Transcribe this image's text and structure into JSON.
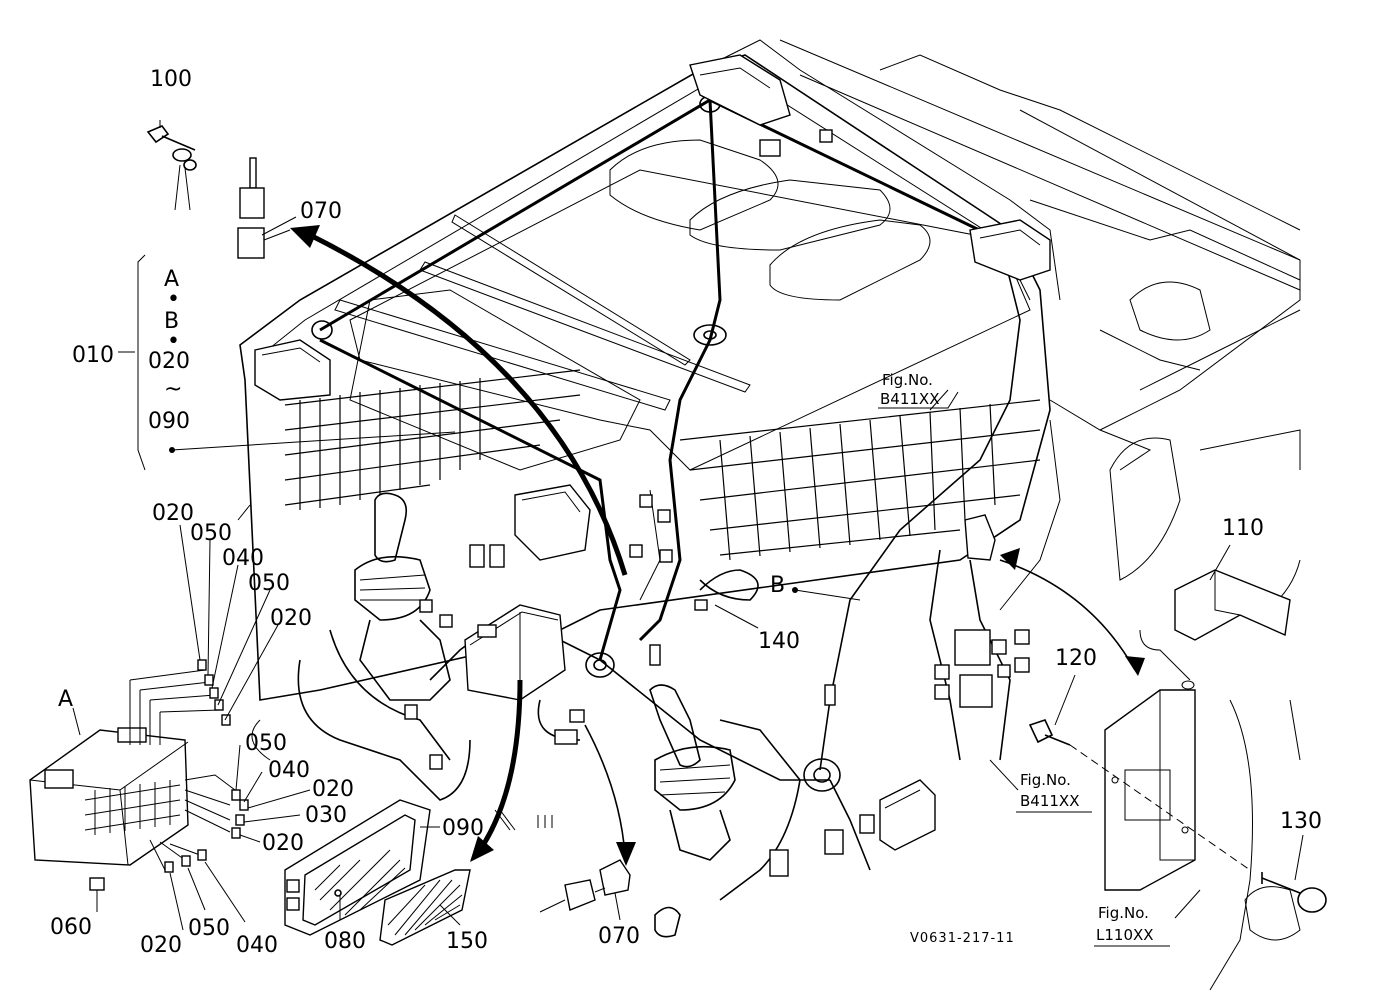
{
  "diagram": {
    "drawing_code": "V0631-217-11",
    "part_numbers": {
      "p100": "100",
      "p070_top": "070",
      "p010": "010",
      "p020_a": "020",
      "p050_a": "050",
      "p040_a": "040",
      "p050_b": "050",
      "p020_b": "020",
      "p050_c": "050",
      "p040_b": "040",
      "p020_c": "020",
      "p030": "030",
      "p020_d": "020",
      "p090": "090",
      "p060": "060",
      "p020_e": "020",
      "p050_d": "050",
      "p040_c": "040",
      "p080": "080",
      "p150": "150",
      "p070_bottom": "070",
      "p140": "140",
      "p110": "110",
      "p120": "120",
      "p130": "130"
    },
    "group_label": {
      "a": "A",
      "dot1": "•",
      "b": "B",
      "dot2": "•",
      "from": "020",
      "tilde": "~",
      "to": "090"
    },
    "callouts": {
      "a_label": "A",
      "b_label": "B"
    },
    "fig_refs": {
      "ref1_caption": "Fig.No.",
      "ref1_code": "B411XX",
      "ref2_caption": "Fig.No.",
      "ref2_code": "B411XX",
      "ref3_caption": "Fig.No.",
      "ref3_code": "L110XX"
    }
  }
}
